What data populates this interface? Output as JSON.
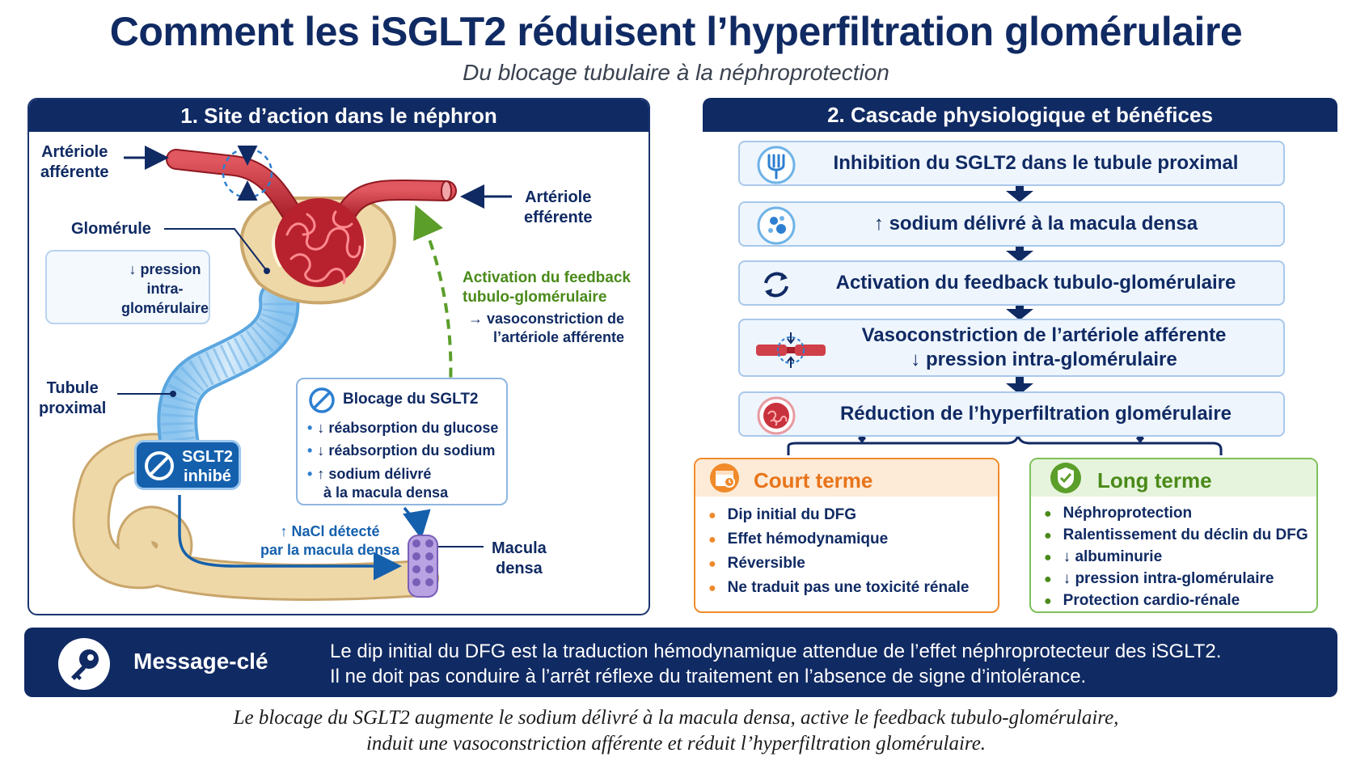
{
  "title": "Comment les iSGLT2 réduisent l’hyperfiltration glomérulaire",
  "subtitle": "Du blocage tubulaire à la néphroprotection",
  "left_panel": {
    "heading": "1. Site d’action dans le néphron",
    "labels": {
      "afferent_1": "Artériole",
      "afferent_2": "afférente",
      "efferent_1": "Artériole",
      "efferent_2": "efférente",
      "glomerule": "Glomérule",
      "tubule_1": "Tubule",
      "tubule_2": "proximal",
      "macula_1": "Macula",
      "macula_2": "densa"
    },
    "pressure_box": {
      "line1": "↓ pression",
      "line2": "intra-",
      "line3": "glomérulaire"
    },
    "feedback": {
      "line1": "Activation du feedback",
      "line2": "tubulo-glomérulaire",
      "line3": "→ vasoconstriction de",
      "line4": "l’artériole afférente"
    },
    "sglt_badge": {
      "line1": "SGLT2",
      "line2": "inhibé"
    },
    "block_box": {
      "heading": "Blocage du SGLT2",
      "items": [
        "↓ réabsorption du glucose",
        "↓ réabsorption du sodium"
      ],
      "item3_line1": "↑ sodium délivré",
      "item3_line2": "à la macula densa"
    },
    "nacl": {
      "line1": "↑ NaCl détecté",
      "line2": "par la macula densa"
    }
  },
  "right_panel": {
    "heading": "2. Cascade physiologique et bénéfices",
    "steps": [
      {
        "text": "Inhibition du SGLT2 dans le tubule proximal",
        "icon": "kidney-tubule-icon"
      },
      {
        "text": "↑ sodium délivré à la macula densa",
        "icon": "sodium-particles-icon"
      },
      {
        "text": "Activation du feedback tubulo-glomérulaire",
        "icon": "cycle-arrows-icon"
      },
      {
        "text": "Vasoconstriction de l’artériole afférente",
        "text2": "↓ pression intra-glomérulaire",
        "icon": "vessel-constriction-icon"
      },
      {
        "text": "Réduction de l’hyperfiltration glomérulaire",
        "icon": "glomerulus-icon"
      }
    ],
    "court_terme": {
      "heading": "Court terme",
      "items": [
        "Dip initial du DFG",
        "Effet hémodynamique",
        "Réversible",
        "Ne traduit pas une toxicité rénale"
      ]
    },
    "long_terme": {
      "heading": "Long terme",
      "items": [
        "Néphroprotection",
        "Ralentissement du déclin du DFG",
        "↓ albuminurie",
        "↓ pression intra-glomérulaire",
        "Protection cardio-rénale"
      ]
    }
  },
  "key_message": {
    "heading": "Message-clé",
    "line1": "Le dip initial du DFG est la traduction hémodynamique attendue de l’effet néphroprotecteur des iSGLT2.",
    "line2": "Il ne doit pas conduire à l’arrêt réflexe du traitement en l’absence de signe d’intolérance."
  },
  "caption": {
    "line1": "Le blocage du SGLT2 augmente le sodium délivré à la macula densa, active le feedback tubulo-glomérulaire,",
    "line2": "induit une vasoconstriction afférente et réduit l’hyperfiltration glomérulaire."
  },
  "colors": {
    "navy": "#102a63",
    "blue": "#1560ad",
    "light_blue_fill": "#eef5fd",
    "green": "#4a8a1a",
    "orange": "#f08a2a",
    "vessel_red": "#c8323c",
    "tubule_tan": "#efd8a8"
  }
}
